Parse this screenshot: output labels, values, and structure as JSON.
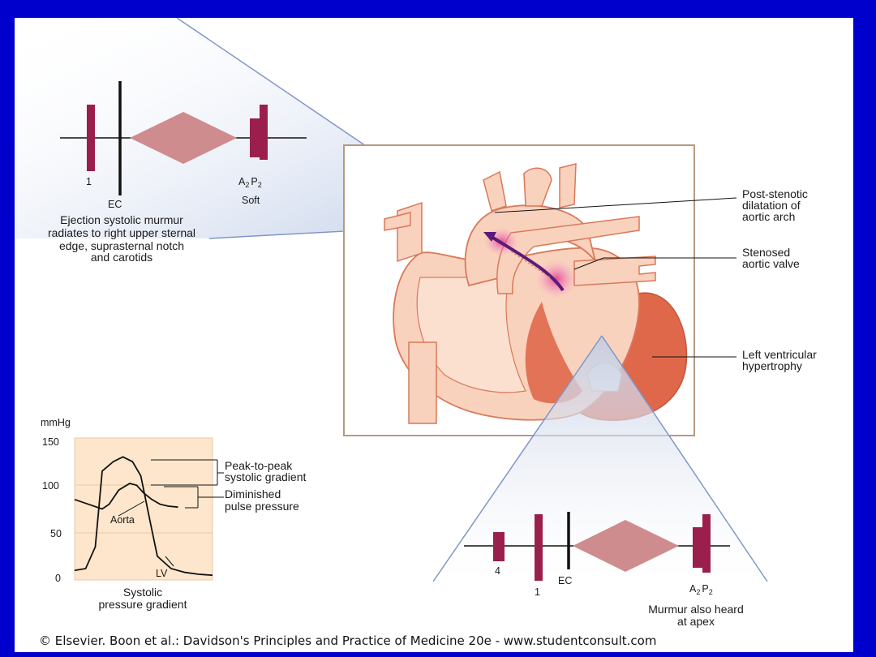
{
  "top_phono": {
    "s1": "1",
    "ec": "EC",
    "a2": "A",
    "a2_sub": "2",
    "p2": "P",
    "p2_sub": "2",
    "soft": "Soft",
    "caption": [
      "Ejection systolic murmur",
      "radiates to right upper sternal",
      "edge, suprasternal notch",
      "and carotids"
    ]
  },
  "bottom_phono": {
    "s4": "4",
    "s1": "1",
    "ec": "EC",
    "a2": "A",
    "a2_sub": "2",
    "p2": "P",
    "p2_sub": "2",
    "caption": [
      "Murmur also heard",
      "at apex"
    ]
  },
  "heart_labels": {
    "post_stenotic": [
      "Post-stenotic",
      "dilatation of",
      "aortic arch"
    ],
    "stenosed_valve": [
      "Stenosed",
      "aortic valve"
    ],
    "lvh": [
      "Left ventricular",
      "hypertrophy"
    ]
  },
  "pressure_chart": {
    "unit": "mmHg",
    "ticks": [
      "150",
      "100",
      "50",
      "0"
    ],
    "aorta_label": "Aorta",
    "lv_label": "LV",
    "peak_label": [
      "Peak-to-peak",
      "systolic gradient"
    ],
    "pulse_label": [
      "Diminished",
      "pulse pressure"
    ],
    "caption": [
      "Systolic",
      "pressure gradient"
    ]
  },
  "chart_data": {
    "type": "line",
    "ylabel": "mmHg",
    "ylim": [
      0,
      150
    ],
    "yticks": [
      0,
      50,
      100,
      150
    ],
    "series": [
      {
        "name": "LV",
        "x": [
          0,
          0.08,
          0.15,
          0.2,
          0.28,
          0.35,
          0.42,
          0.48,
          0.55,
          0.6,
          0.7,
          0.8,
          0.9,
          1.0
        ],
        "values": [
          10,
          12,
          35,
          115,
          125,
          130,
          125,
          110,
          60,
          25,
          12,
          8,
          6,
          5
        ]
      },
      {
        "name": "Aorta",
        "x": [
          0,
          0.1,
          0.2,
          0.25,
          0.32,
          0.4,
          0.45,
          0.5,
          0.56,
          0.62,
          0.68,
          0.75
        ],
        "values": [
          85,
          80,
          75,
          80,
          95,
          102,
          100,
          92,
          85,
          80,
          78,
          77
        ]
      }
    ],
    "annotations": [
      "Peak-to-peak systolic gradient",
      "Diminished pulse pressure"
    ]
  },
  "credit": "© Elsevier. Boon et al.: Davidson's Principles and Practice of Medicine 20e - www.studentconsult.com",
  "colors": {
    "background": "#0000cc",
    "heart_fill": "#f9d2bd",
    "heart_outline": "#d9795a",
    "myocardium": "#e0684a",
    "sound_bar": "#9b1f4c",
    "murmur": "#cf8c8e",
    "chart_bg": "#fde6cb"
  }
}
